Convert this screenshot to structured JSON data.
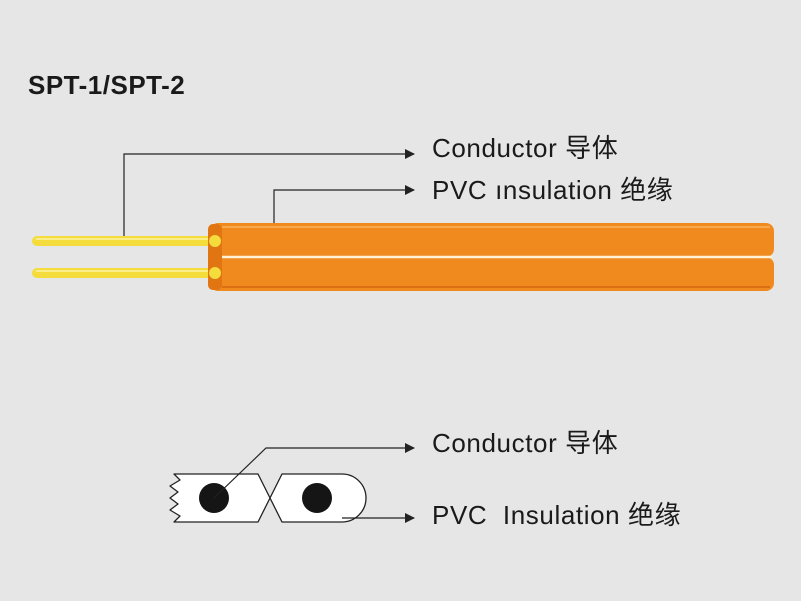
{
  "title": "SPT-1/SPT-2",
  "top_diagram": {
    "conductor_label": "Conductor 导体",
    "insulation_label": "PVC ınsulation 绝缘"
  },
  "cross_section": {
    "conductor_label": "Conductor 导体",
    "insulation_label": "PVC  Insulation 绝缘"
  },
  "colors": {
    "background": "#e6e6e6",
    "insulation": "#f08a1e",
    "insulation_dark": "#e07512",
    "conductor": "#f3dc3c",
    "line": "#222222"
  }
}
